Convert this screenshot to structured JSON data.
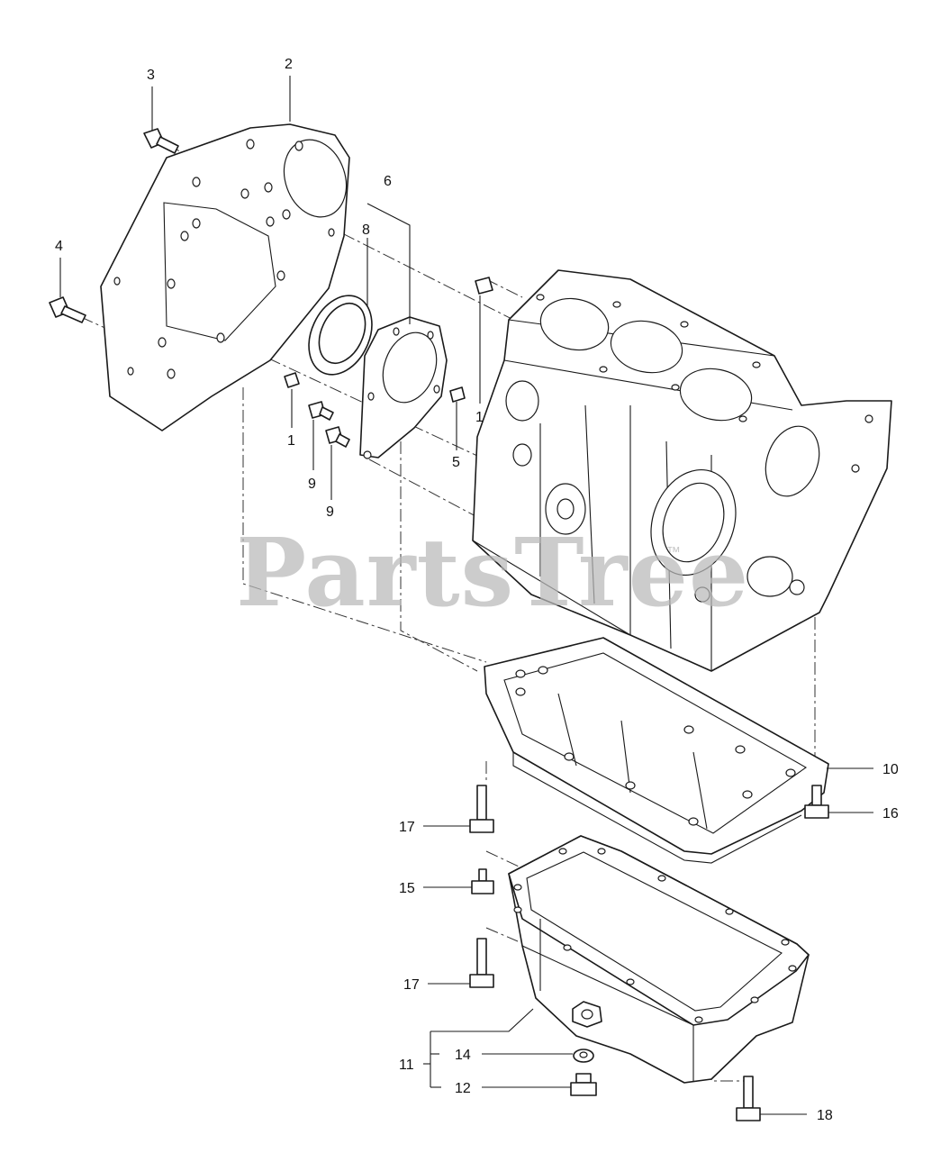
{
  "watermark": {
    "text": "PartsTree",
    "trademark": "™"
  },
  "callouts": {
    "c1a": "1",
    "c1b": "1",
    "c2": "2",
    "c3": "3",
    "c4": "4",
    "c5": "5",
    "c6": "6",
    "c8": "8",
    "c9a": "9",
    "c9b": "9",
    "c10": "10",
    "c11": "11",
    "c12": "12",
    "c14": "14",
    "c15": "15",
    "c16": "16",
    "c17a": "17",
    "c17b": "17",
    "c18": "18"
  }
}
